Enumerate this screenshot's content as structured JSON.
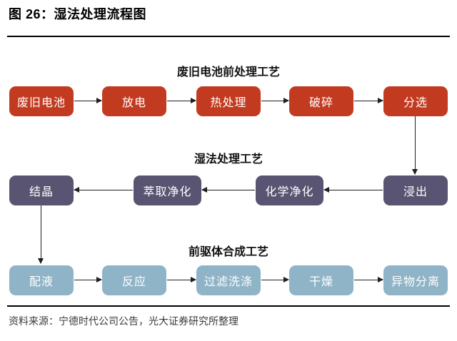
{
  "title": "图 26：湿法处理流程图",
  "source_note": "资料来源：宁德时代公司公告，光大证券研究所整理",
  "colors": {
    "pretreatment-box": "#c23b20",
    "wet-process-box": "#585471",
    "precursor-box": "#8fb4c7",
    "arrow": "#1f1f1f"
  },
  "flow": {
    "stages": [
      {
        "header": "废旧电池前处理工艺",
        "direction": "left-to-right",
        "boxes": [
          "废旧电池",
          "放电",
          "热处理",
          "破碎",
          "分选"
        ]
      },
      {
        "header": "湿法处理工艺",
        "direction": "right-to-left",
        "boxes": [
          "结晶",
          "萃取净化",
          "化学净化",
          "浸出"
        ]
      },
      {
        "header": "前驱体合成工艺",
        "direction": "left-to-right",
        "boxes": [
          "配液",
          "反应",
          "过滤洗涤",
          "干燥",
          "异物分离"
        ]
      }
    ]
  }
}
